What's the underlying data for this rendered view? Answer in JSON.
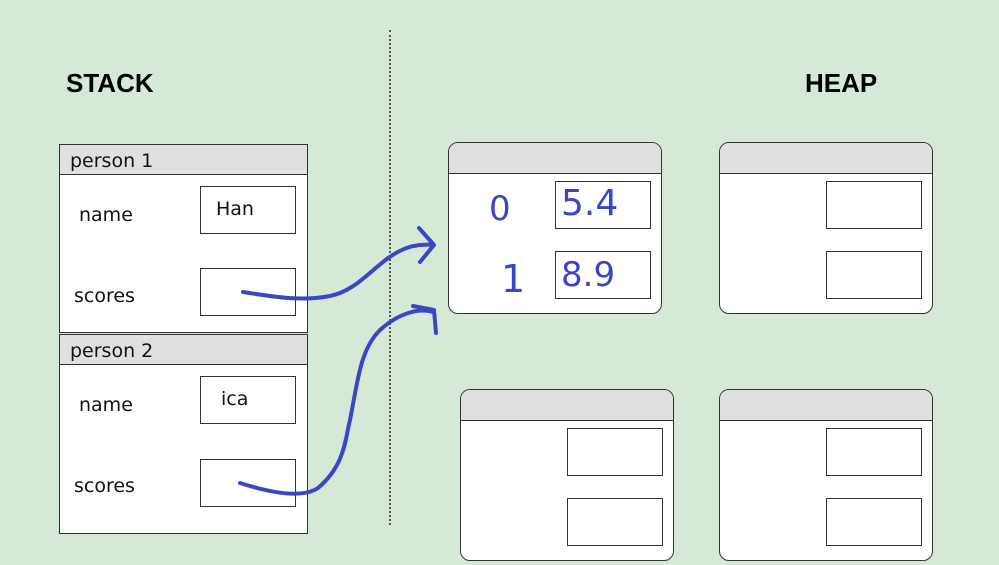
{
  "titles": {
    "stack": "STACK",
    "heap": "HEAP"
  },
  "stack": {
    "frames": [
      {
        "header": "person 1",
        "name_label": "name",
        "name_value": "Han",
        "scores_label": "scores"
      },
      {
        "header": "person  2",
        "name_label": "name",
        "name_value": "ica",
        "scores_label": "scores"
      }
    ]
  },
  "heap": {
    "array": {
      "indices": [
        "0",
        "1"
      ],
      "values": [
        "5.4",
        "8.9"
      ]
    }
  },
  "colors": {
    "background": "#d6e9d7",
    "ink": "#3a46c4",
    "header": "#e0e0e0"
  }
}
